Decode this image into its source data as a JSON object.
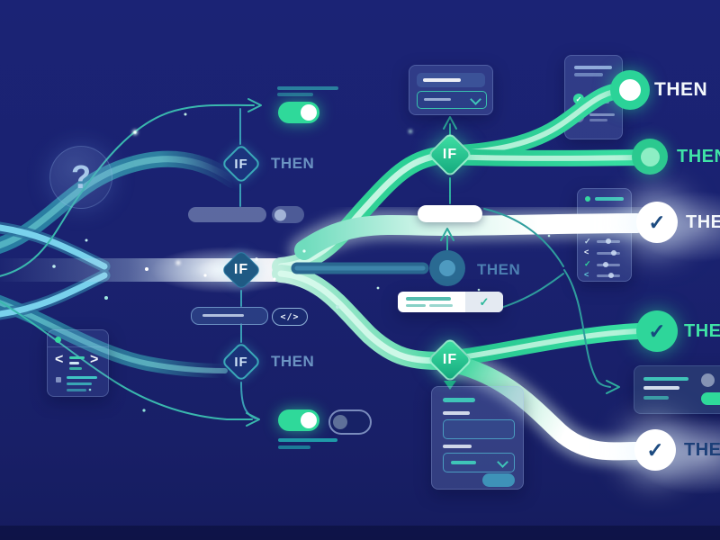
{
  "scene": {
    "type": "illustration",
    "description": "Branching automation flowchart: glowing paths flow from a merged trunk on the left through IF condition diamonds and split toward THEN outcome endpoints (toggles, cards, checkmark circles)",
    "background": "#1a2270"
  },
  "labels": {
    "if": "IF",
    "then": "THEN",
    "question_mark": "?",
    "code_badge": "</>"
  },
  "icons": {
    "check": "✓",
    "chevron_left": "<",
    "chevron_right": ">"
  },
  "palette": {
    "background": "#1a2270",
    "accent_green": "#2fd99a",
    "path_teal": "#35b8ae",
    "path_light_blue": "#79d2ec",
    "steel_text": "#6b93c2",
    "green_text": "#3fe3a6",
    "navy_text": "#1c3f78",
    "white": "#ffffff"
  },
  "if_nodes": [
    {
      "id": "if-top-left",
      "style": "outlined"
    },
    {
      "id": "if-center",
      "style": "navy-filled"
    },
    {
      "id": "if-upper-right",
      "style": "green-filled"
    },
    {
      "id": "if-lower-right",
      "style": "green-filled"
    }
  ],
  "then_endpoints": [
    {
      "id": "then-top-left",
      "kind": "label-only",
      "label_color": "steel"
    },
    {
      "id": "then-ring-white-core",
      "kind": "ring-terminal",
      "label_color": "white"
    },
    {
      "id": "then-ring-green-core",
      "kind": "ring-terminal",
      "label_color": "green"
    },
    {
      "id": "then-check-white-upper",
      "kind": "check-terminal",
      "label_color": "white"
    },
    {
      "id": "then-center",
      "kind": "dot-terminal",
      "label_color": "steel"
    },
    {
      "id": "then-bottom-left",
      "kind": "label-only",
      "label_color": "steel"
    },
    {
      "id": "then-check-green",
      "kind": "check-terminal",
      "label_color": "green"
    },
    {
      "id": "then-check-white-lower",
      "kind": "check-terminal",
      "label_color": "navy"
    }
  ],
  "toggles": [
    {
      "id": "toggle-top",
      "state": "on"
    },
    {
      "id": "toggle-row1-mini",
      "state": "off"
    },
    {
      "id": "toggle-bottom-left",
      "state": "on"
    },
    {
      "id": "toggle-bottom-right",
      "state": "off"
    }
  ]
}
